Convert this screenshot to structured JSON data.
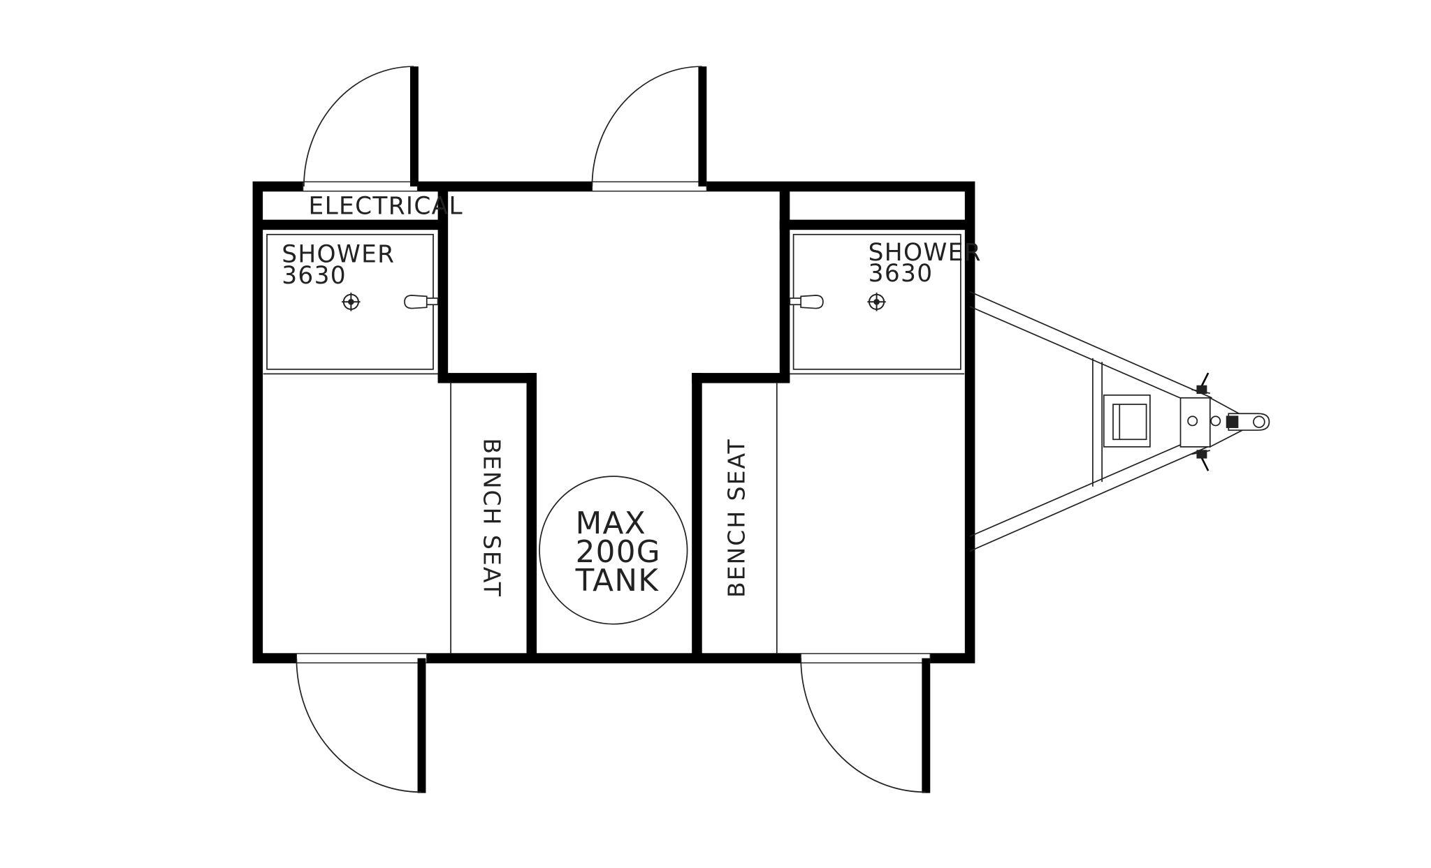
{
  "labels": {
    "electrical": "ELECTRICAL",
    "shower_left": {
      "line1": "SHOWER",
      "line2": "3630"
    },
    "shower_right": {
      "line1": "SHOWER",
      "line2": "3630"
    },
    "bench_left": "BENCH SEAT",
    "bench_right": "BENCH SEAT",
    "tank": {
      "line1": "MAX",
      "line2": "200G",
      "line3": "TANK"
    }
  },
  "colors": {
    "wall": "#000000",
    "line": "#222222",
    "background": "#ffffff"
  }
}
